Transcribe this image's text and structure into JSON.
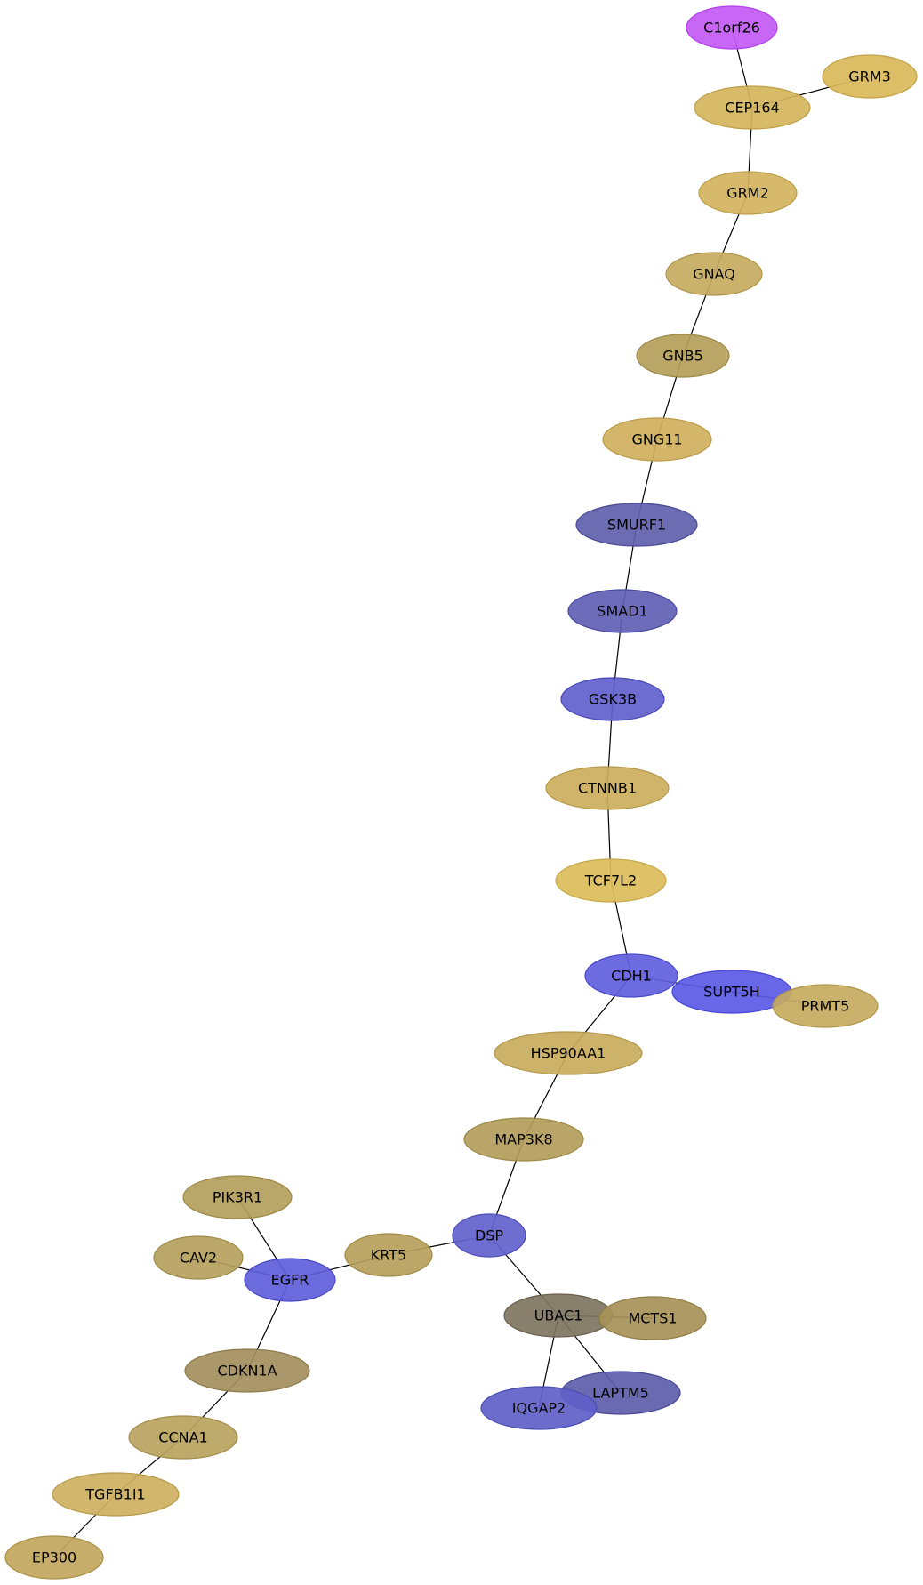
{
  "network": {
    "nodes": [
      {
        "id": "C1orf26",
        "label": "C1orf26",
        "color": "#c35af5",
        "stroke": "#b040e8"
      },
      {
        "id": "GRM3",
        "label": "GRM3",
        "color": "#d9b85a",
        "stroke": "#c4a145"
      },
      {
        "id": "CEP164",
        "label": "CEP164",
        "color": "#d5b55c",
        "stroke": "#bfa048"
      },
      {
        "id": "GRM2",
        "label": "GRM2",
        "color": "#d2b35d",
        "stroke": "#bc9e49"
      },
      {
        "id": "GNAQ",
        "label": "GNAQ",
        "color": "#c6ab5f",
        "stroke": "#b0964b"
      },
      {
        "id": "GNB5",
        "label": "GNB5",
        "color": "#b49f5b",
        "stroke": "#9e8a47"
      },
      {
        "id": "GNG11",
        "label": "GNG11",
        "color": "#cfb05c",
        "stroke": "#b99b48"
      },
      {
        "id": "SMURF1",
        "label": "SMURF1",
        "color": "#5f5fab",
        "stroke": "#4a4a96"
      },
      {
        "id": "SMAD1",
        "label": "SMAD1",
        "color": "#5f5fb4",
        "stroke": "#4a4a9f"
      },
      {
        "id": "GSK3B",
        "label": "GSK3B",
        "color": "#5f5fcd",
        "stroke": "#4a4ab8"
      },
      {
        "id": "CTNNB1",
        "label": "CTNNB1",
        "color": "#cbae5c",
        "stroke": "#b59948"
      },
      {
        "id": "TCF7L2",
        "label": "TCF7L2",
        "color": "#dcbd5a",
        "stroke": "#c6a846"
      },
      {
        "id": "CDH1",
        "label": "CDH1",
        "color": "#5f5fdd",
        "stroke": "#4a4ac8"
      },
      {
        "id": "SUPT5H",
        "label": "SUPT5H",
        "color": "#5a5ae6",
        "stroke": "#4545d1"
      },
      {
        "id": "PRMT5",
        "label": "PRMT5",
        "color": "#c6aa5f",
        "stroke": "#b0954b"
      },
      {
        "id": "HSP90AA1",
        "label": "HSP90AA1",
        "color": "#c9ab5d",
        "stroke": "#b39649"
      },
      {
        "id": "MAP3K8",
        "label": "MAP3K8",
        "color": "#b39d5b",
        "stroke": "#9d8847"
      },
      {
        "id": "DSP",
        "label": "DSP",
        "color": "#6262cc",
        "stroke": "#4d4db7"
      },
      {
        "id": "KRT5",
        "label": "KRT5",
        "color": "#b7a05b",
        "stroke": "#a18b47"
      },
      {
        "id": "PIK3R1",
        "label": "PIK3R1",
        "color": "#b39e5c",
        "stroke": "#9d8948"
      },
      {
        "id": "CAV2",
        "label": "CAV2",
        "color": "#b5a05c",
        "stroke": "#9f8b48"
      },
      {
        "id": "EGFR",
        "label": "EGFR",
        "color": "#5e5edb",
        "stroke": "#4949c6"
      },
      {
        "id": "UBAC1",
        "label": "UBAC1",
        "color": "#7f7461",
        "stroke": "#6a5f4d"
      },
      {
        "id": "MCTS1",
        "label": "MCTS1",
        "color": "#a69158",
        "stroke": "#907c44"
      },
      {
        "id": "LAPTM5",
        "label": "LAPTM5",
        "color": "#5d5daa",
        "stroke": "#484895"
      },
      {
        "id": "IQGAP2",
        "label": "IQGAP2",
        "color": "#6060c8",
        "stroke": "#4b4bb3"
      },
      {
        "id": "CDKN1A",
        "label": "CDKN1A",
        "color": "#a38f5e",
        "stroke": "#8d7a4a"
      },
      {
        "id": "CCNA1",
        "label": "CCNA1",
        "color": "#b9a35d",
        "stroke": "#a38e49"
      },
      {
        "id": "TGFB1I1",
        "label": "TGFB1I1",
        "color": "#cdb05f",
        "stroke": "#b79b4b"
      },
      {
        "id": "EP300",
        "label": "EP300",
        "color": "#c1a65c",
        "stroke": "#ab9148"
      }
    ],
    "edges": [
      [
        "C1orf26",
        "CEP164"
      ],
      [
        "GRM3",
        "CEP164"
      ],
      [
        "CEP164",
        "GRM2"
      ],
      [
        "GRM2",
        "GNAQ"
      ],
      [
        "GNAQ",
        "GNB5"
      ],
      [
        "GNB5",
        "GNG11"
      ],
      [
        "GNG11",
        "SMURF1"
      ],
      [
        "SMURF1",
        "SMAD1"
      ],
      [
        "SMAD1",
        "GSK3B"
      ],
      [
        "GSK3B",
        "CTNNB1"
      ],
      [
        "CTNNB1",
        "TCF7L2"
      ],
      [
        "TCF7L2",
        "CDH1"
      ],
      [
        "CDH1",
        "SUPT5H"
      ],
      [
        "SUPT5H",
        "PRMT5"
      ],
      [
        "CDH1",
        "HSP90AA1"
      ],
      [
        "HSP90AA1",
        "MAP3K8"
      ],
      [
        "MAP3K8",
        "DSP"
      ],
      [
        "DSP",
        "KRT5"
      ],
      [
        "KRT5",
        "EGFR"
      ],
      [
        "PIK3R1",
        "EGFR"
      ],
      [
        "CAV2",
        "EGFR"
      ],
      [
        "EGFR",
        "CDKN1A"
      ],
      [
        "CDKN1A",
        "CCNA1"
      ],
      [
        "CCNA1",
        "TGFB1I1"
      ],
      [
        "TGFB1I1",
        "EP300"
      ],
      [
        "DSP",
        "UBAC1"
      ],
      [
        "UBAC1",
        "MCTS1"
      ],
      [
        "UBAC1",
        "LAPTM5"
      ],
      [
        "UBAC1",
        "IQGAP2"
      ]
    ]
  }
}
